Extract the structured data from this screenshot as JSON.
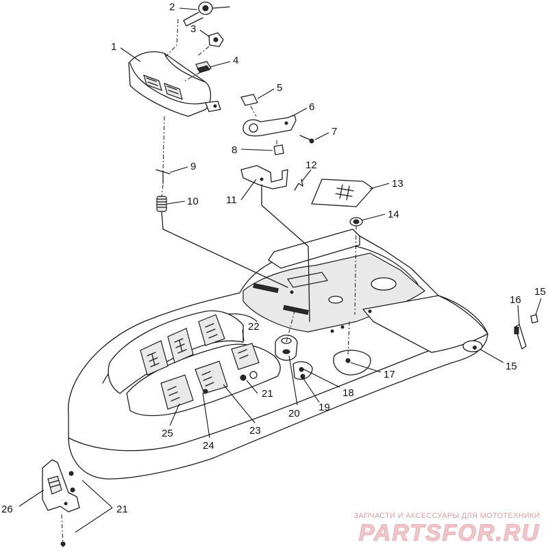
{
  "diagram": {
    "callouts": [
      "1",
      "2",
      "3",
      "4",
      "5",
      "6",
      "7",
      "8",
      "9",
      "10",
      "11",
      "12",
      "13",
      "14",
      "15",
      "16",
      "17",
      "18",
      "19",
      "20",
      "21",
      "22",
      "23",
      "24",
      "25",
      "26"
    ],
    "callout_15_second": "15",
    "callout_21_second": "21"
  },
  "watermark": {
    "tagline": "ЗАПЧАСТИ И АКСЕССУАРЫ ДЛЯ МОТОТЕХНИКИ",
    "logo": "PARTSFOR.RU"
  }
}
